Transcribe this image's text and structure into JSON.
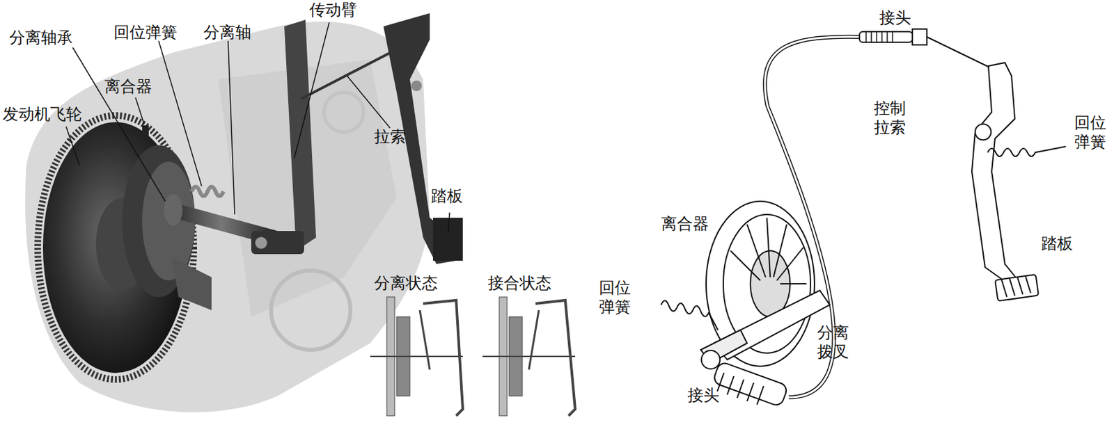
{
  "diagram": {
    "labels": [
      "传动臂",
      "分离轴承",
      "回位弹簧",
      "分离轴",
      "离合器",
      "发动机飞轮",
      "拉索",
      "踏板",
      "分离状态",
      "接合状态",
      "接头",
      "控制 拉索",
      "回位 弹簧",
      "踏板",
      "离合器",
      "回位 弹簧",
      "分离 拨叉",
      "接头"
    ]
  }
}
